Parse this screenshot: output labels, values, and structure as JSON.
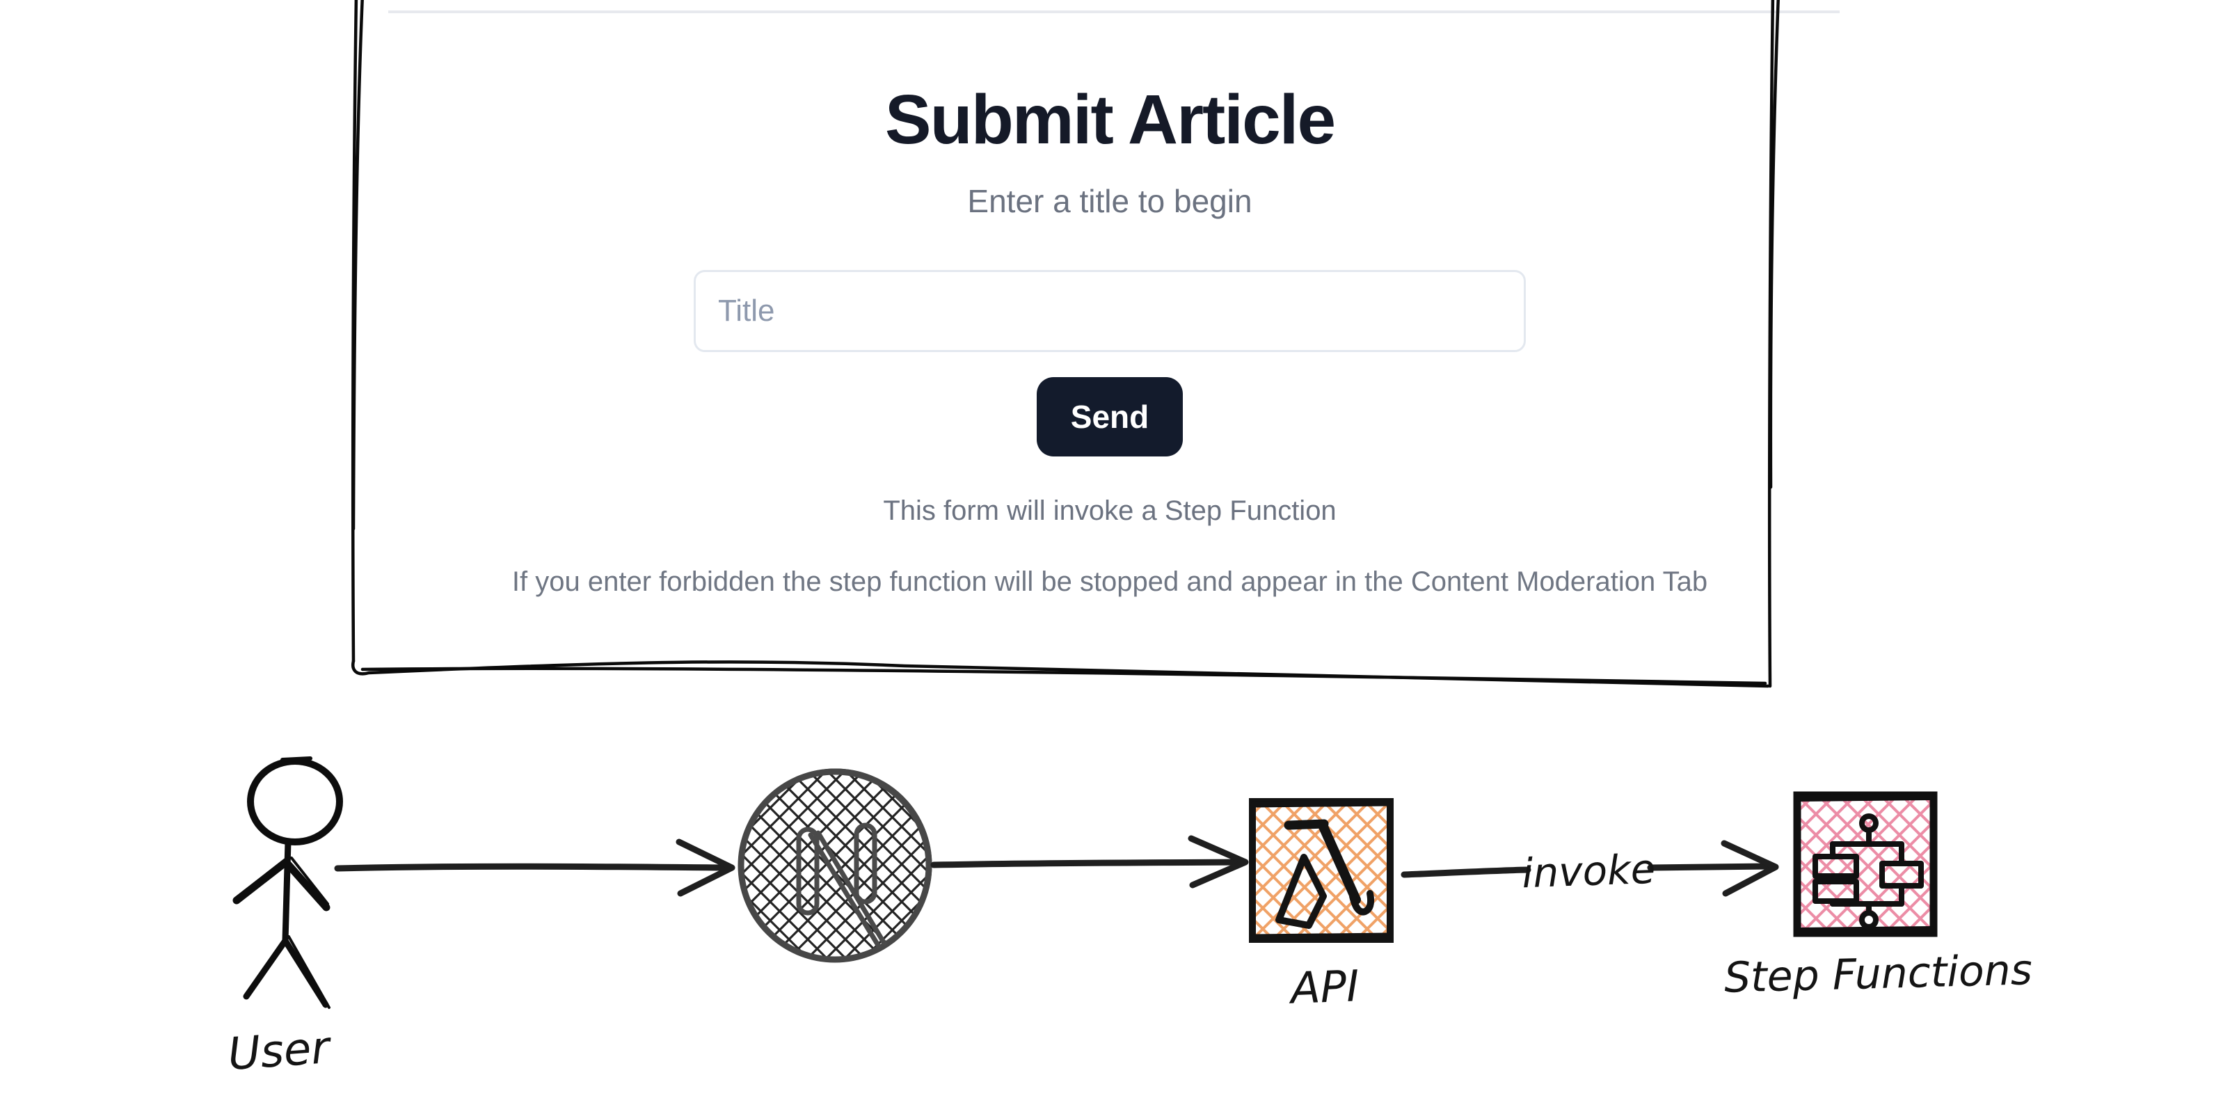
{
  "form": {
    "title": "Submit Article",
    "subtitle": "Enter a title to begin",
    "title_input": {
      "placeholder": "Title",
      "value": ""
    },
    "send_label": "Send",
    "note1": "This form will invoke a Step Function",
    "note2": "If you enter forbidden the step function will be stopped and appear in the Content Moderation Tab"
  },
  "diagram": {
    "nodes": [
      {
        "id": "user",
        "label": "User",
        "icon": "stick-figure-icon"
      },
      {
        "id": "nextjs",
        "label": "",
        "icon": "nextjs-logo-icon"
      },
      {
        "id": "api",
        "label": "API",
        "icon": "aws-lambda-icon"
      },
      {
        "id": "step-functions",
        "label": "Step Functions",
        "icon": "aws-step-functions-icon"
      }
    ],
    "edges": [
      {
        "from": "user",
        "to": "nextjs",
        "label": ""
      },
      {
        "from": "nextjs",
        "to": "api",
        "label": ""
      },
      {
        "from": "api",
        "to": "step-functions",
        "label": "invoke"
      }
    ]
  },
  "colors": {
    "heading_text": "#151a28",
    "muted_text": "#6b7280",
    "send_button_bg": "#131b2c",
    "send_button_text": "#ffffff",
    "input_border": "#e3e8ef",
    "divider": "#e7e9ee",
    "lambda_hatch": "#f0a267",
    "step_functions_hatch": "#ec8da6",
    "sketch_ink": "#111111",
    "nextjs_gray": "#4a4a4a"
  }
}
